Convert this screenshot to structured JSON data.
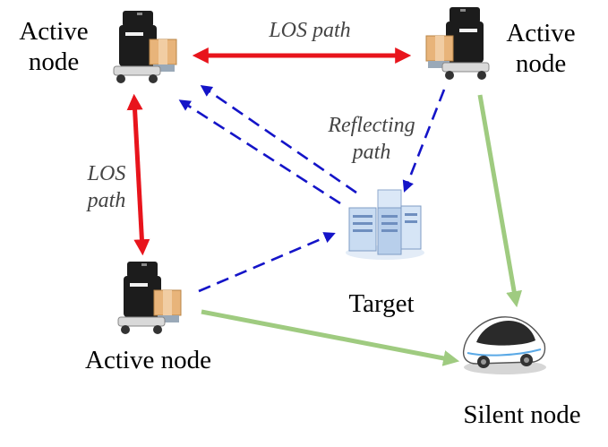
{
  "labels": {
    "top_left": [
      "Active",
      "node"
    ],
    "top_right": [
      "Active",
      "node"
    ],
    "bottom_left": "Active node",
    "target": "Target",
    "silent": "Silent node",
    "los_top": "LOS path",
    "los_left": [
      "LOS",
      "path"
    ],
    "reflecting": [
      "Reflecting",
      "path"
    ]
  },
  "colors": {
    "los_arrow": "#e8141c",
    "reflect_arrow": "#1414c8",
    "silent_arrow": "#9fcb80",
    "robot_body": "#1c1c1c",
    "package": "#e8b47a",
    "server": "#c9dcf2",
    "car": "#2a2a2a"
  },
  "icons": {
    "active_node": "robot-with-package-icon",
    "target": "server-rack-icon",
    "silent_node": "self-driving-car-icon"
  }
}
